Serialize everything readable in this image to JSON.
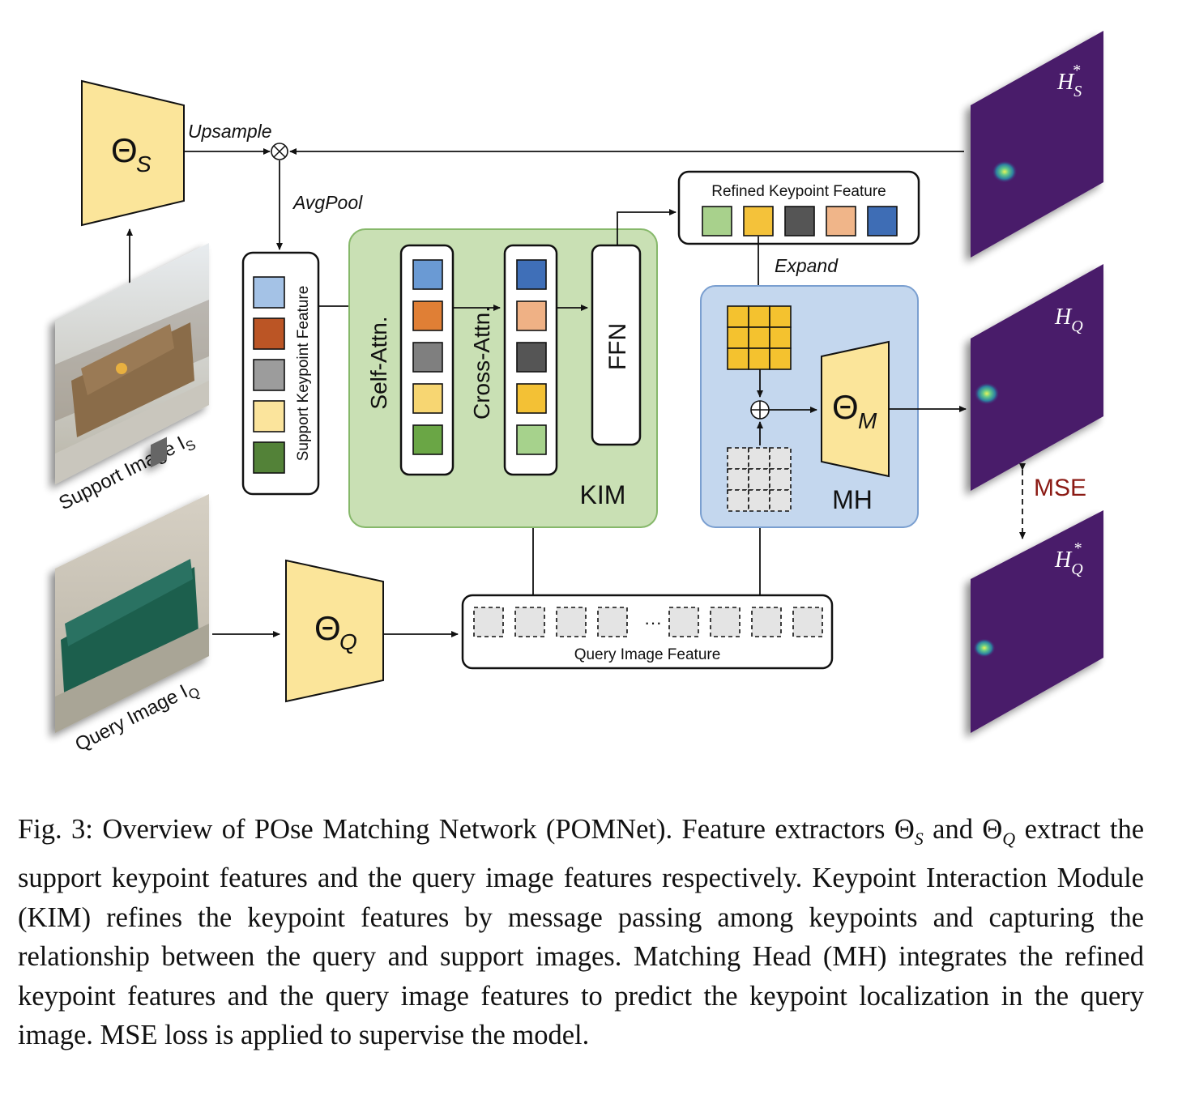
{
  "diagram": {
    "encoders": {
      "support": {
        "symbol": "Θ",
        "sub": "S"
      },
      "query": {
        "symbol": "Θ",
        "sub": "Q"
      },
      "matching": {
        "symbol": "Θ",
        "sub": "M"
      }
    },
    "labels": {
      "upsample": "Upsample",
      "avgpool": "AvgPool",
      "expand": "Expand",
      "support_keypoint_feature": "Support Keypoint Feature",
      "refined_keypoint_feature": "Refined Keypoint Feature",
      "query_image_feature": "Query Image Feature",
      "self_attn": "Self-Attn.",
      "cross_attn": "Cross-Attn.",
      "ffn": "FFN",
      "kim": "KIM",
      "mh": "MH",
      "mse": "MSE",
      "ellipsis": "···"
    },
    "images": {
      "support": {
        "label": "Support Image I",
        "sub": "S"
      },
      "query": {
        "label": "Query Image I",
        "sub": "Q"
      }
    },
    "heatmaps": [
      {
        "label": "H",
        "sub": "S",
        "sup": "*"
      },
      {
        "label": "H",
        "sub": "Q",
        "sup": ""
      },
      {
        "label": "H",
        "sub": "Q",
        "sup": "*"
      }
    ],
    "colors": {
      "encoder_fill": "#fbe59a",
      "kim_fill": "#c9e0b4",
      "kim_stroke": "#86b86a",
      "mh_fill": "#c4d7ee",
      "mh_stroke": "#7a9fd0",
      "mse_text": "#8b1a14",
      "heatmap_bg": "#4a1a6a",
      "support_tokens": [
        "#a4c2e6",
        "#bb5525",
        "#9c9c9c",
        "#fbe49c",
        "#538238"
      ],
      "self_attn_tokens": [
        "#6a9ad4",
        "#e07f35",
        "#7f7f7f",
        "#f7d672",
        "#6aa645"
      ],
      "cross_attn_tokens": [
        "#3f6fb8",
        "#efb185",
        "#555555",
        "#f3c135",
        "#a6d28c"
      ],
      "refined_tokens": [
        "#a8d18c",
        "#f4c23a",
        "#555555",
        "#f0b589",
        "#3e6db5"
      ],
      "expand_grid": "#f4c22f",
      "query_token": "#e4e4e4"
    }
  },
  "caption": {
    "fig": "Fig. 3:",
    "text_1": " Overview of POse Matching Network (POMNet). Feature extractors ",
    "theta": "Θ",
    "sub_s": "S",
    "text_2": " and ",
    "sub_q": "Q",
    "text_3": " extract the support keypoint features and the query image features respectively. Keypoint Interaction Module (KIM) refines the keypoint features by message passing among keypoints and capturing the relationship between the query and support images. Matching Head (MH) integrates the refined keypoint features and the query image features to predict the keypoint localization in the query image. MSE loss is applied to supervise the model."
  }
}
